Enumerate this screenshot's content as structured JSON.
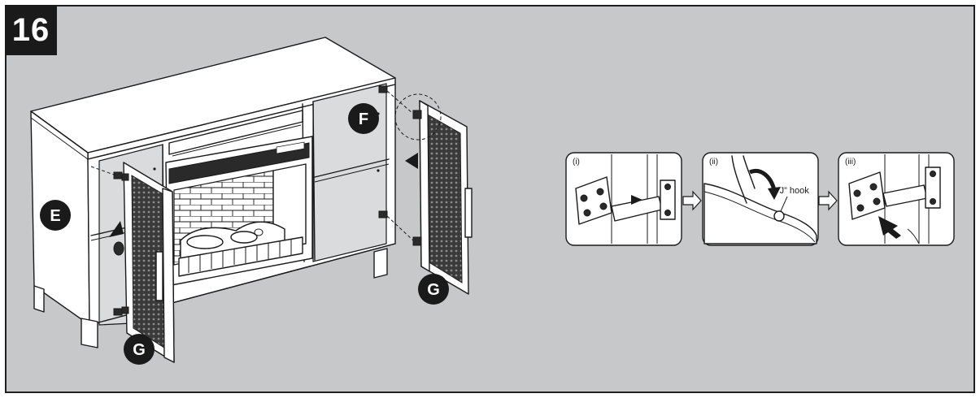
{
  "step": {
    "number": "16"
  },
  "callouts": {
    "E": "E",
    "F": "F",
    "G_left": "G",
    "G_right": "G"
  },
  "details": [
    {
      "label": "(i)"
    },
    {
      "label": "(ii)",
      "note": "“J” hook"
    },
    {
      "label": "(iii)"
    }
  ],
  "colors": {
    "panel_background": "#c7c8ca",
    "badge_background": "#1a1a1a",
    "line": "#1a1a1a",
    "part_fill": "#ffffff"
  }
}
